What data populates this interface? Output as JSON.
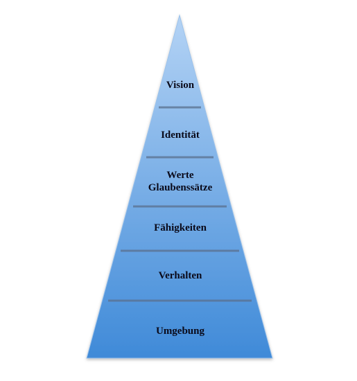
{
  "diagram": {
    "type": "pyramid",
    "levels_top_to_bottom": [
      {
        "id": "vision",
        "lines": [
          "Vision"
        ]
      },
      {
        "id": "identitaet",
        "lines": [
          "Identität"
        ]
      },
      {
        "id": "werte",
        "lines": [
          "Werte",
          "Glaubenssätze"
        ]
      },
      {
        "id": "faehigkeiten",
        "lines": [
          "Fähigkeiten"
        ]
      },
      {
        "id": "verhalten",
        "lines": [
          "Verhalten"
        ]
      },
      {
        "id": "umgebung",
        "lines": [
          "Umgebung"
        ]
      }
    ],
    "colors": {
      "fill_top": "#b4d3f5",
      "fill_bottom": "#3f8ad8",
      "edge": "#9cc2ea",
      "divider": "#5a6f8c"
    }
  }
}
